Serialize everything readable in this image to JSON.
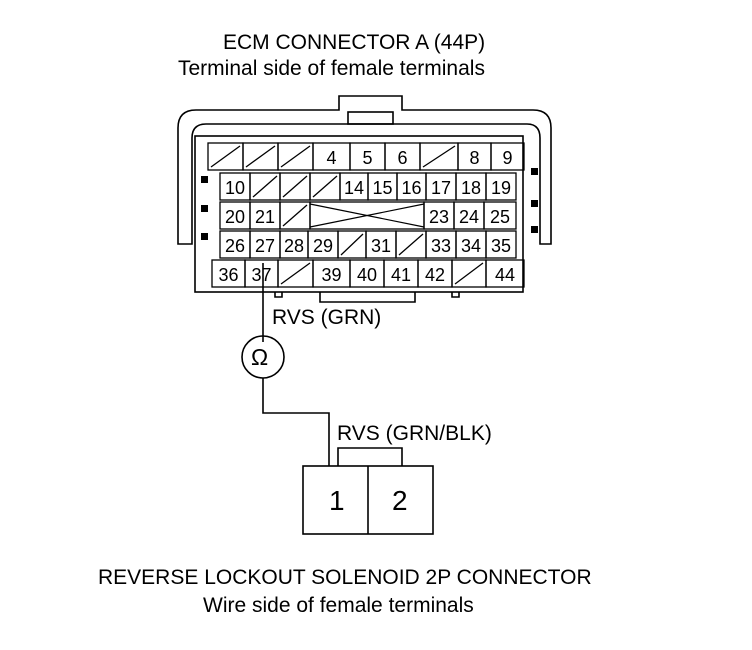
{
  "ecm": {
    "title": "ECM CONNECTOR A (44P)",
    "subtitle": "Terminal side of female terminals",
    "rows": [
      [
        "/",
        "/",
        "/",
        "4",
        "5",
        "6",
        "/",
        "8",
        "9"
      ],
      [
        "10",
        "/",
        "/",
        "/",
        "14",
        "15",
        "16",
        "17",
        "18",
        "19"
      ],
      [
        "20",
        "21",
        "/",
        "X",
        "23",
        "24",
        "25"
      ],
      [
        "26",
        "27",
        "28",
        "29",
        "/",
        "31",
        "/",
        "33",
        "34",
        "35"
      ],
      [
        "36",
        "37",
        "/",
        "39",
        "40",
        "41",
        "42",
        "/",
        "44"
      ]
    ]
  },
  "wire_ecm_label": "RVS (GRN)",
  "meter_symbol": "Ω",
  "wire_solenoid_label": "RVS (GRN/BLK)",
  "solenoid": {
    "pins": [
      "1",
      "2"
    ],
    "title": "REVERSE LOCKOUT SOLENOID 2P CONNECTOR",
    "subtitle": "Wire side of female terminals"
  }
}
